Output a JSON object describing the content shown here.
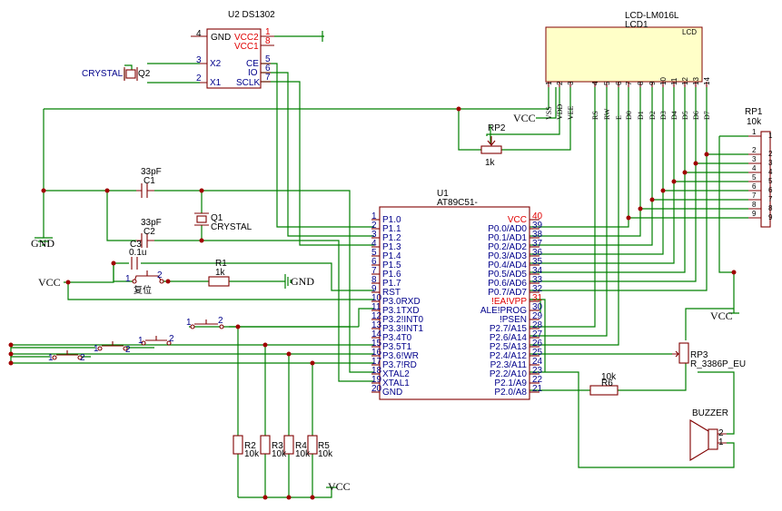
{
  "u2": {
    "title": "U2 DS1302",
    "pins": [
      "GND",
      "VCC2",
      "VCC1",
      "X2",
      "X1",
      "CE",
      "IO",
      "SCLK"
    ],
    "nums": [
      "4",
      "1",
      "8",
      "3",
      "2",
      "5",
      "6",
      "7"
    ]
  },
  "lcd": {
    "title": "LCD-LM016L",
    "ref": "LCD1",
    "label": "LCD",
    "pins": [
      "1",
      "2",
      "3",
      "4",
      "5",
      "6",
      "7",
      "8",
      "9",
      "10",
      "11",
      "12",
      "13",
      "14"
    ],
    "names": [
      "VSS",
      "VDD",
      "VEE",
      "RS",
      "RW",
      "E",
      "D0",
      "D1",
      "D2",
      "D3",
      "D4",
      "D5",
      "D6",
      "D7"
    ]
  },
  "rp1": {
    "ref": "RP1",
    "value": "10k",
    "pins": [
      "1",
      "2",
      "3",
      "4",
      "5",
      "6",
      "7",
      "8",
      "9"
    ]
  },
  "rp2": {
    "ref": "RP2",
    "value": "1k"
  },
  "rp3": {
    "ref": "RP3",
    "value": "R_3386P_EU"
  },
  "q2": {
    "ref": "Q2",
    "label": "CRYSTAL"
  },
  "q1": {
    "ref": "Q1",
    "label": "CRYSTAL"
  },
  "c1": {
    "value": "33pF",
    "ref": "C1"
  },
  "c2": {
    "value": "33pF",
    "ref": "C2"
  },
  "c3": {
    "ref": "C3",
    "value": "0.1u"
  },
  "r1": {
    "ref": "R1",
    "value": "1k"
  },
  "r6": {
    "ref": "R6",
    "value": "10k"
  },
  "reset_label": "复位",
  "u1": {
    "ref": "U1",
    "part": "AT89C51-",
    "left": [
      [
        "1",
        "P1.0"
      ],
      [
        "2",
        "P1.1"
      ],
      [
        "3",
        "P1.2"
      ],
      [
        "4",
        "P1.3"
      ],
      [
        "5",
        "P1.4"
      ],
      [
        "6",
        "P1.5"
      ],
      [
        "7",
        "P1.6"
      ],
      [
        "8",
        "P1.7"
      ],
      [
        "9",
        "RST"
      ],
      [
        "10",
        "P3.0RXD"
      ],
      [
        "11",
        "P3.1TXD"
      ],
      [
        "12",
        "P3.2!INT0"
      ],
      [
        "13",
        "P3.3!INT1"
      ],
      [
        "14",
        "P3.4T0"
      ],
      [
        "15",
        "P3.5T1"
      ],
      [
        "16",
        "P3.6!WR"
      ],
      [
        "17",
        "P3.7!RD"
      ],
      [
        "18",
        "XTAL2"
      ],
      [
        "19",
        "XTAL1"
      ],
      [
        "20",
        "GND"
      ]
    ],
    "right": [
      [
        "40",
        "VCC"
      ],
      [
        "39",
        "P0.0/AD0"
      ],
      [
        "38",
        "P0.1/AD1"
      ],
      [
        "37",
        "P0.2/AD2"
      ],
      [
        "36",
        "P0.3/AD3"
      ],
      [
        "35",
        "P0.4/AD4"
      ],
      [
        "34",
        "P0.5/AD5"
      ],
      [
        "33",
        "P0.6/AD6"
      ],
      [
        "32",
        "P0.7/AD7"
      ],
      [
        "31",
        "!EA!VPP"
      ],
      [
        "30",
        "ALE!PROG"
      ],
      [
        "29",
        "!PSEN"
      ],
      [
        "28",
        "P2.7/A15"
      ],
      [
        "27",
        "P2.6/A14"
      ],
      [
        "26",
        "P2.5/A13"
      ],
      [
        "25",
        "P2.4/A12"
      ],
      [
        "24",
        "P2.3/A11"
      ],
      [
        "23",
        "P2.2/A10"
      ],
      [
        "22",
        "P2.1/A9"
      ],
      [
        "21",
        "P2.0/A8"
      ]
    ]
  },
  "resistors_bottom": [
    {
      "ref": "R2",
      "value": "10k"
    },
    {
      "ref": "R3",
      "value": "10k"
    },
    {
      "ref": "R4",
      "value": "10k"
    },
    {
      "ref": "R5",
      "value": "10k"
    }
  ],
  "buzzer": {
    "ref": "BUZZER",
    "pins": [
      "2",
      "1"
    ]
  },
  "switch_pins": [
    "1",
    "2"
  ],
  "power": {
    "vcc": "VCC",
    "gnd": "GND"
  }
}
